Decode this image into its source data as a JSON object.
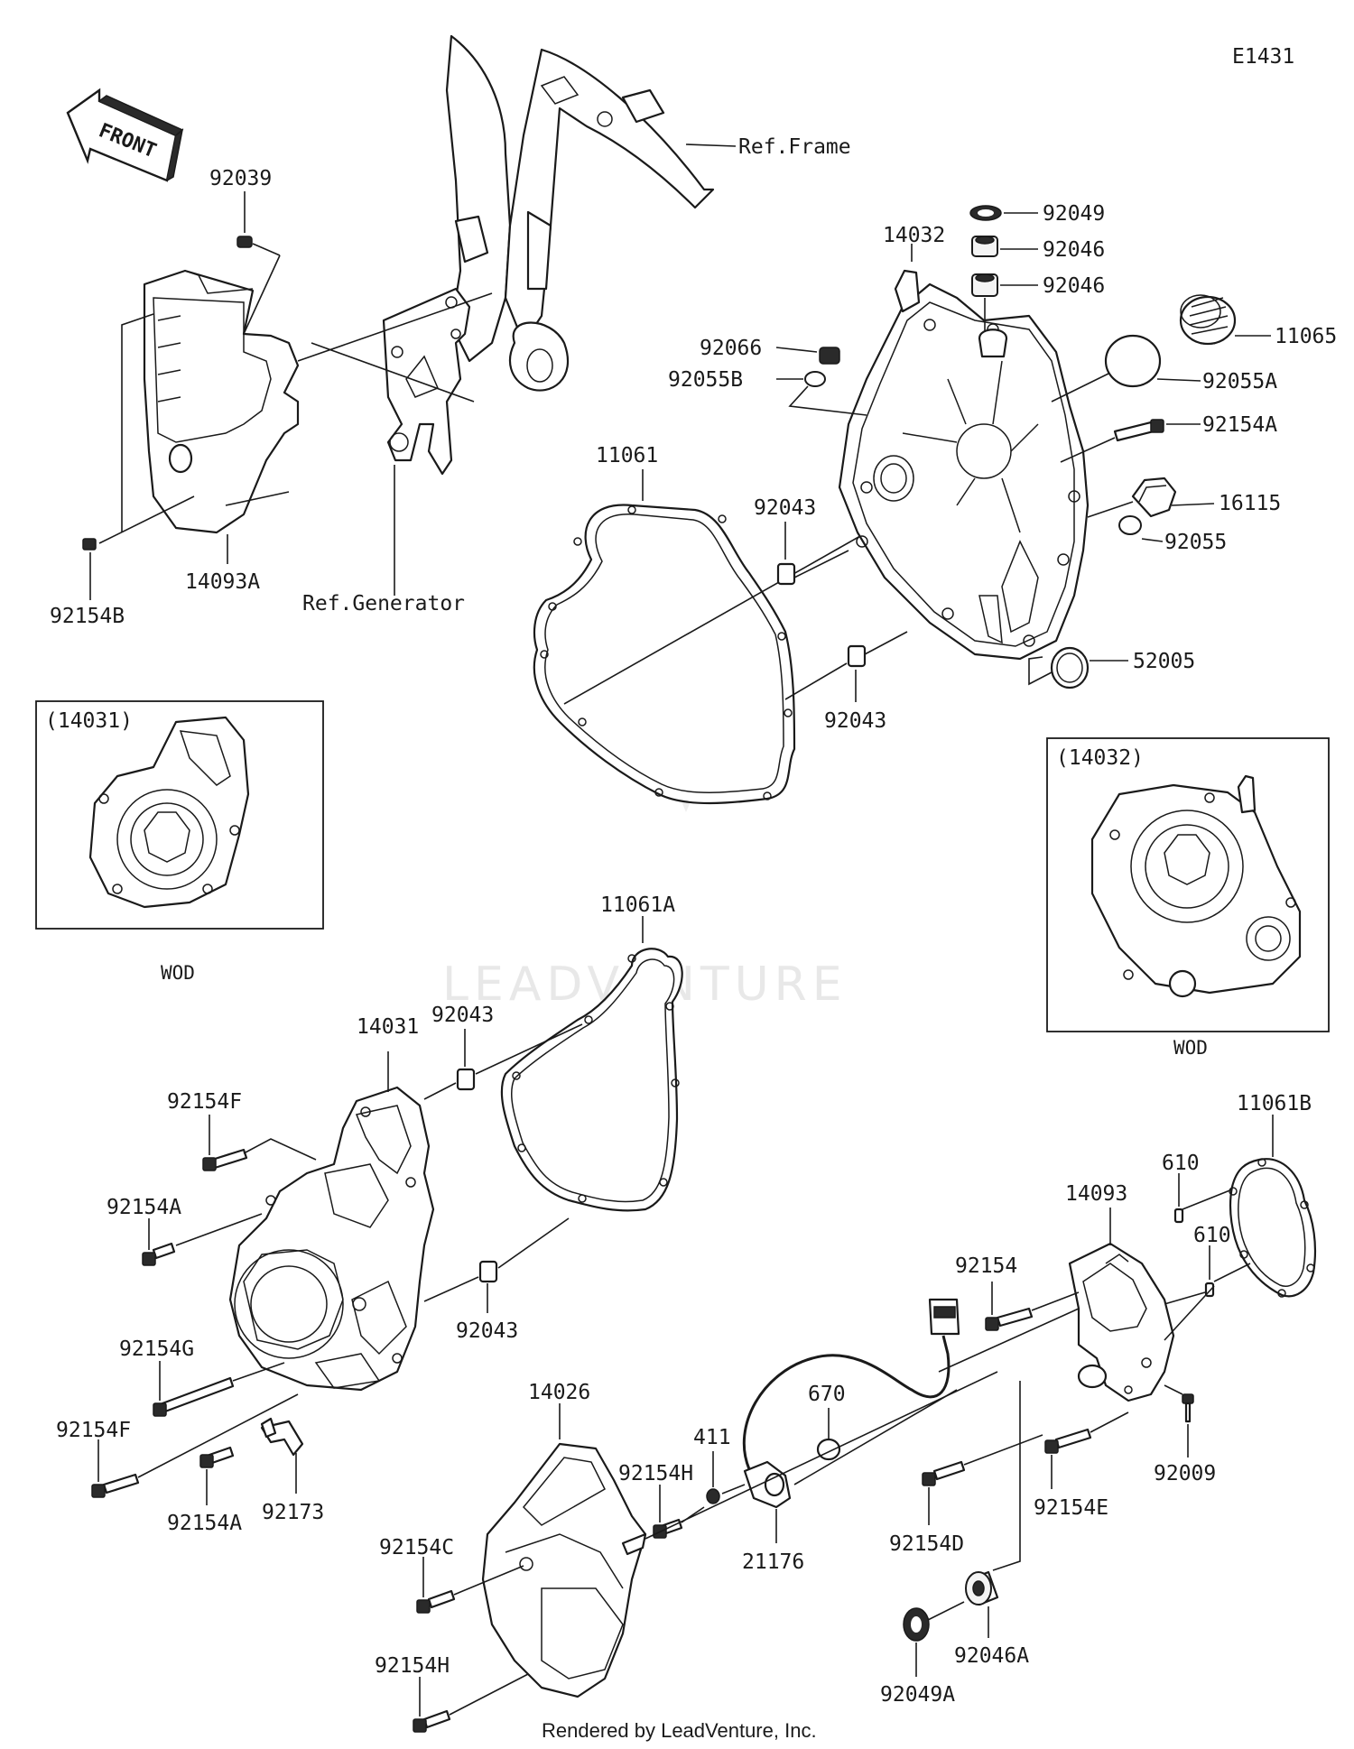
{
  "diagram_code": "E1431",
  "front_label": "FRONT",
  "watermark": "LEADVENTURE",
  "footer": "Rendered by LeadVenture, Inc.",
  "ref_labels": {
    "frame": "Ref.Frame",
    "generator": "Ref.Generator"
  },
  "insets": [
    {
      "part": "(14031)",
      "caption": "WOD"
    },
    {
      "part": "(14032)",
      "caption": "WOD"
    }
  ],
  "labels": {
    "p92039": "92039",
    "p92154B": "92154B",
    "p14093A": "14093A",
    "p14032": "14032",
    "p92049": "92049",
    "p92046a": "92046",
    "p92046b": "92046",
    "p11065": "11065",
    "p92066": "92066",
    "p92055B": "92055B",
    "p92055A": "92055A",
    "p92154A_top": "92154A",
    "p11061": "11061",
    "p92043_top1": "92043",
    "p16115": "16115",
    "p92055": "92055",
    "p52005": "52005",
    "p92043_top2": "92043",
    "p11061A": "11061A",
    "p92043_mid1": "92043",
    "p14031": "14031",
    "p92154F_1": "92154F",
    "p92154A_mid": "92154A",
    "p92043_mid2": "92043",
    "p92154G": "92154G",
    "p92154F_2": "92154F",
    "p92154A_low": "92154A",
    "p92173": "92173",
    "p11061B": "11061B",
    "p610a": "610",
    "p610b": "610",
    "p14093": "14093",
    "p92154": "92154",
    "p670": "670",
    "p411": "411",
    "p92154H_1": "92154H",
    "p14026": "14026",
    "p92154C": "92154C",
    "p21176": "21176",
    "p92154H_2": "92154H",
    "p92154D": "92154D",
    "p92154E": "92154E",
    "p92009": "92009",
    "p92049A": "92049A",
    "p92046A": "92046A"
  }
}
